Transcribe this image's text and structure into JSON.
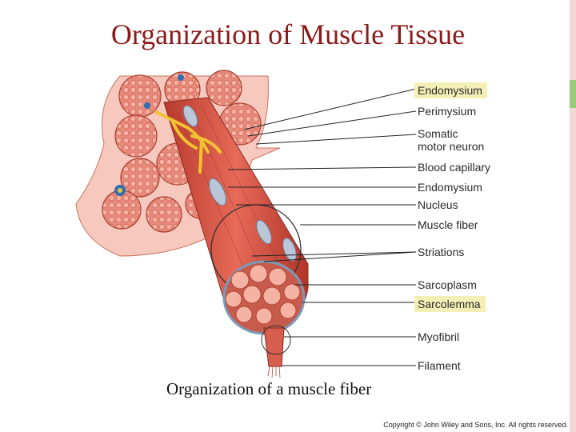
{
  "slide": {
    "title": "Organization of Muscle Tissue",
    "caption": "Organization of a muscle fiber",
    "copyright": "Copyright © John Wiley and Sons, Inc. All rights reserved."
  },
  "labels": [
    {
      "text": "Endomysium",
      "highlight": true
    },
    {
      "text": "Perimysium",
      "highlight": false
    },
    {
      "text": "Somatic\nmotor neuron",
      "highlight": false
    },
    {
      "text": "Blood capillary",
      "highlight": false
    },
    {
      "text": "Endomysium",
      "highlight": false
    },
    {
      "text": "Nucleus",
      "highlight": false
    },
    {
      "text": "Muscle fiber",
      "highlight": false
    },
    {
      "text": "Striations",
      "highlight": false
    },
    {
      "text": "Sarcoplasm",
      "highlight": false
    },
    {
      "text": "Sarcolemma",
      "highlight": true
    },
    {
      "text": "Myofibril",
      "highlight": false
    },
    {
      "text": "Filament",
      "highlight": false
    }
  ],
  "colors": {
    "title": "#8b1a1a",
    "highlight": "#f3efb5",
    "muscle": "#d9574a",
    "muscle_light": "#f2a090",
    "nerve": "#f2c230",
    "accent_green": "#9cc97a",
    "accent_pink": "#f3d7d7"
  }
}
